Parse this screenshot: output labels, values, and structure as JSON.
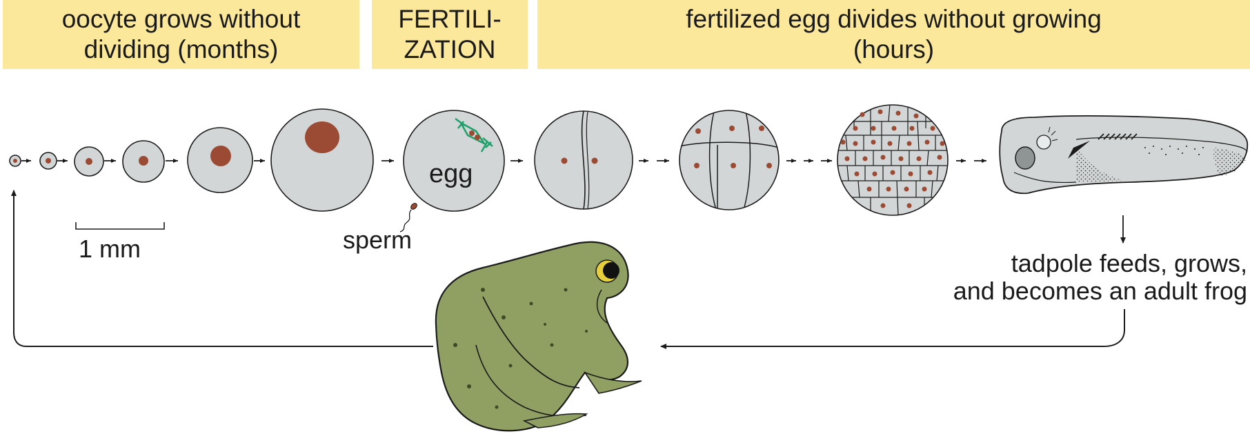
{
  "banners": {
    "oocyte": {
      "line1": "oocyte grows without",
      "line2": "dividing (months)"
    },
    "fertilization": {
      "line1": "FERTILI-",
      "line2": "ZATION"
    },
    "division": {
      "line1": "fertilized egg divides without growing",
      "line2": "(hours)"
    }
  },
  "labels": {
    "scale": "1 mm",
    "egg": "egg",
    "sperm": "sperm",
    "tadpole_line1": "tadpole feeds, grows,",
    "tadpole_line2": "and becomes an adult frog"
  },
  "colors": {
    "banner": "#fbe89a",
    "cell_fill": "#d3d6d6",
    "nucleus": "#9b4a34",
    "spindle": "#1fa06a",
    "frog": "#8fa062"
  }
}
